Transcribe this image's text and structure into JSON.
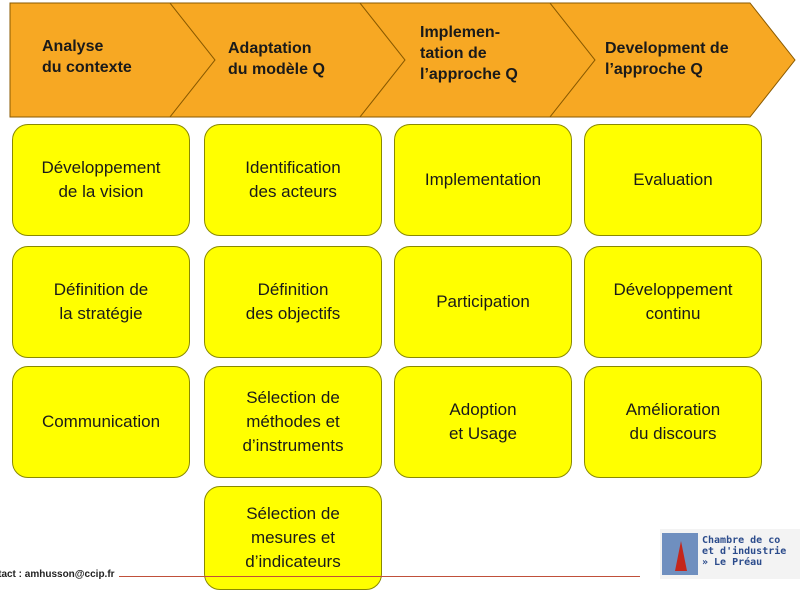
{
  "phases": [
    {
      "label": "Analyse\ndu contexte"
    },
    {
      "label": "Adaptation\ndu modèle Q"
    },
    {
      "label": "Implemen-\ntation de\nl’approche Q"
    },
    {
      "label": "Development de\nl’approche Q"
    }
  ],
  "columns": [
    [
      "Développement\nde la vision",
      "Définition de\nla stratégie",
      "Communication"
    ],
    [
      "Identification\ndes acteurs",
      "Définition\ndes objectifs",
      "Sélection de\nméthodes et\nd’instruments",
      "Sélection de\nmesures et\nd’indicateurs"
    ],
    [
      "Implementation",
      "Participation",
      "Adoption\net Usage"
    ],
    [
      "Evaluation",
      "Développement\ncontinu",
      "Amélioration\ndu discours"
    ]
  ],
  "footer": {
    "contact": "ntact : amhusson@ccip.fr",
    "logo_text": "Chambre de co\net d'industrie\n» Le Préau"
  },
  "colors": {
    "chevron_fill": "#f7a823",
    "chevron_border": "#8a5a00",
    "box_fill": "#ffff00"
  }
}
